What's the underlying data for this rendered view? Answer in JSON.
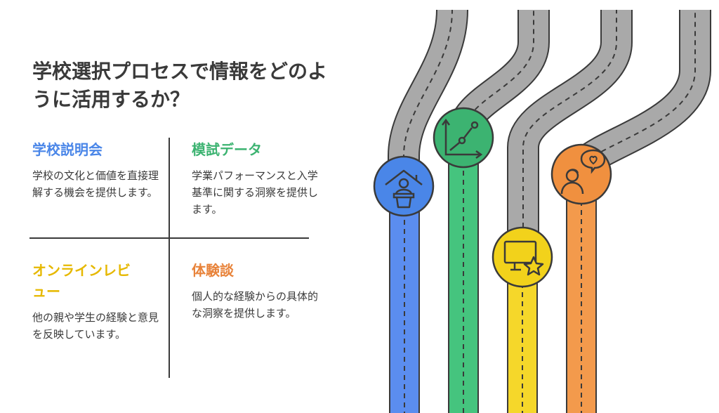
{
  "title": "学校選択プロセスで情報をどのように活用するか？",
  "cards": {
    "info_session": {
      "heading": "学校説明会",
      "body": "学校の文化と価値を直接理解する機会を提供します。"
    },
    "mock_exam": {
      "heading": "模試データ",
      "body": "学業パフォーマンスと入学基準に関する洞察を提供します。"
    },
    "online_reviews": {
      "heading": "オンラインレビュー",
      "body": "他の親や学生の経験と意見を反映しています。"
    },
    "experiences": {
      "heading": "体験談",
      "body": "個人的な経験からの具体的な洞察を提供します。"
    }
  },
  "icons": {
    "info_session": "school-speaker-icon",
    "mock_exam": "line-chart-icon",
    "online_reviews": "monitor-star-icon",
    "experiences": "person-heart-icon"
  },
  "colors": {
    "blue": "#4a86e8",
    "green": "#3cb371",
    "yellow": "#f2d21b",
    "orange": "#f0903f",
    "road_gray": "#a9a9a9",
    "text": "#3a3a3a"
  }
}
